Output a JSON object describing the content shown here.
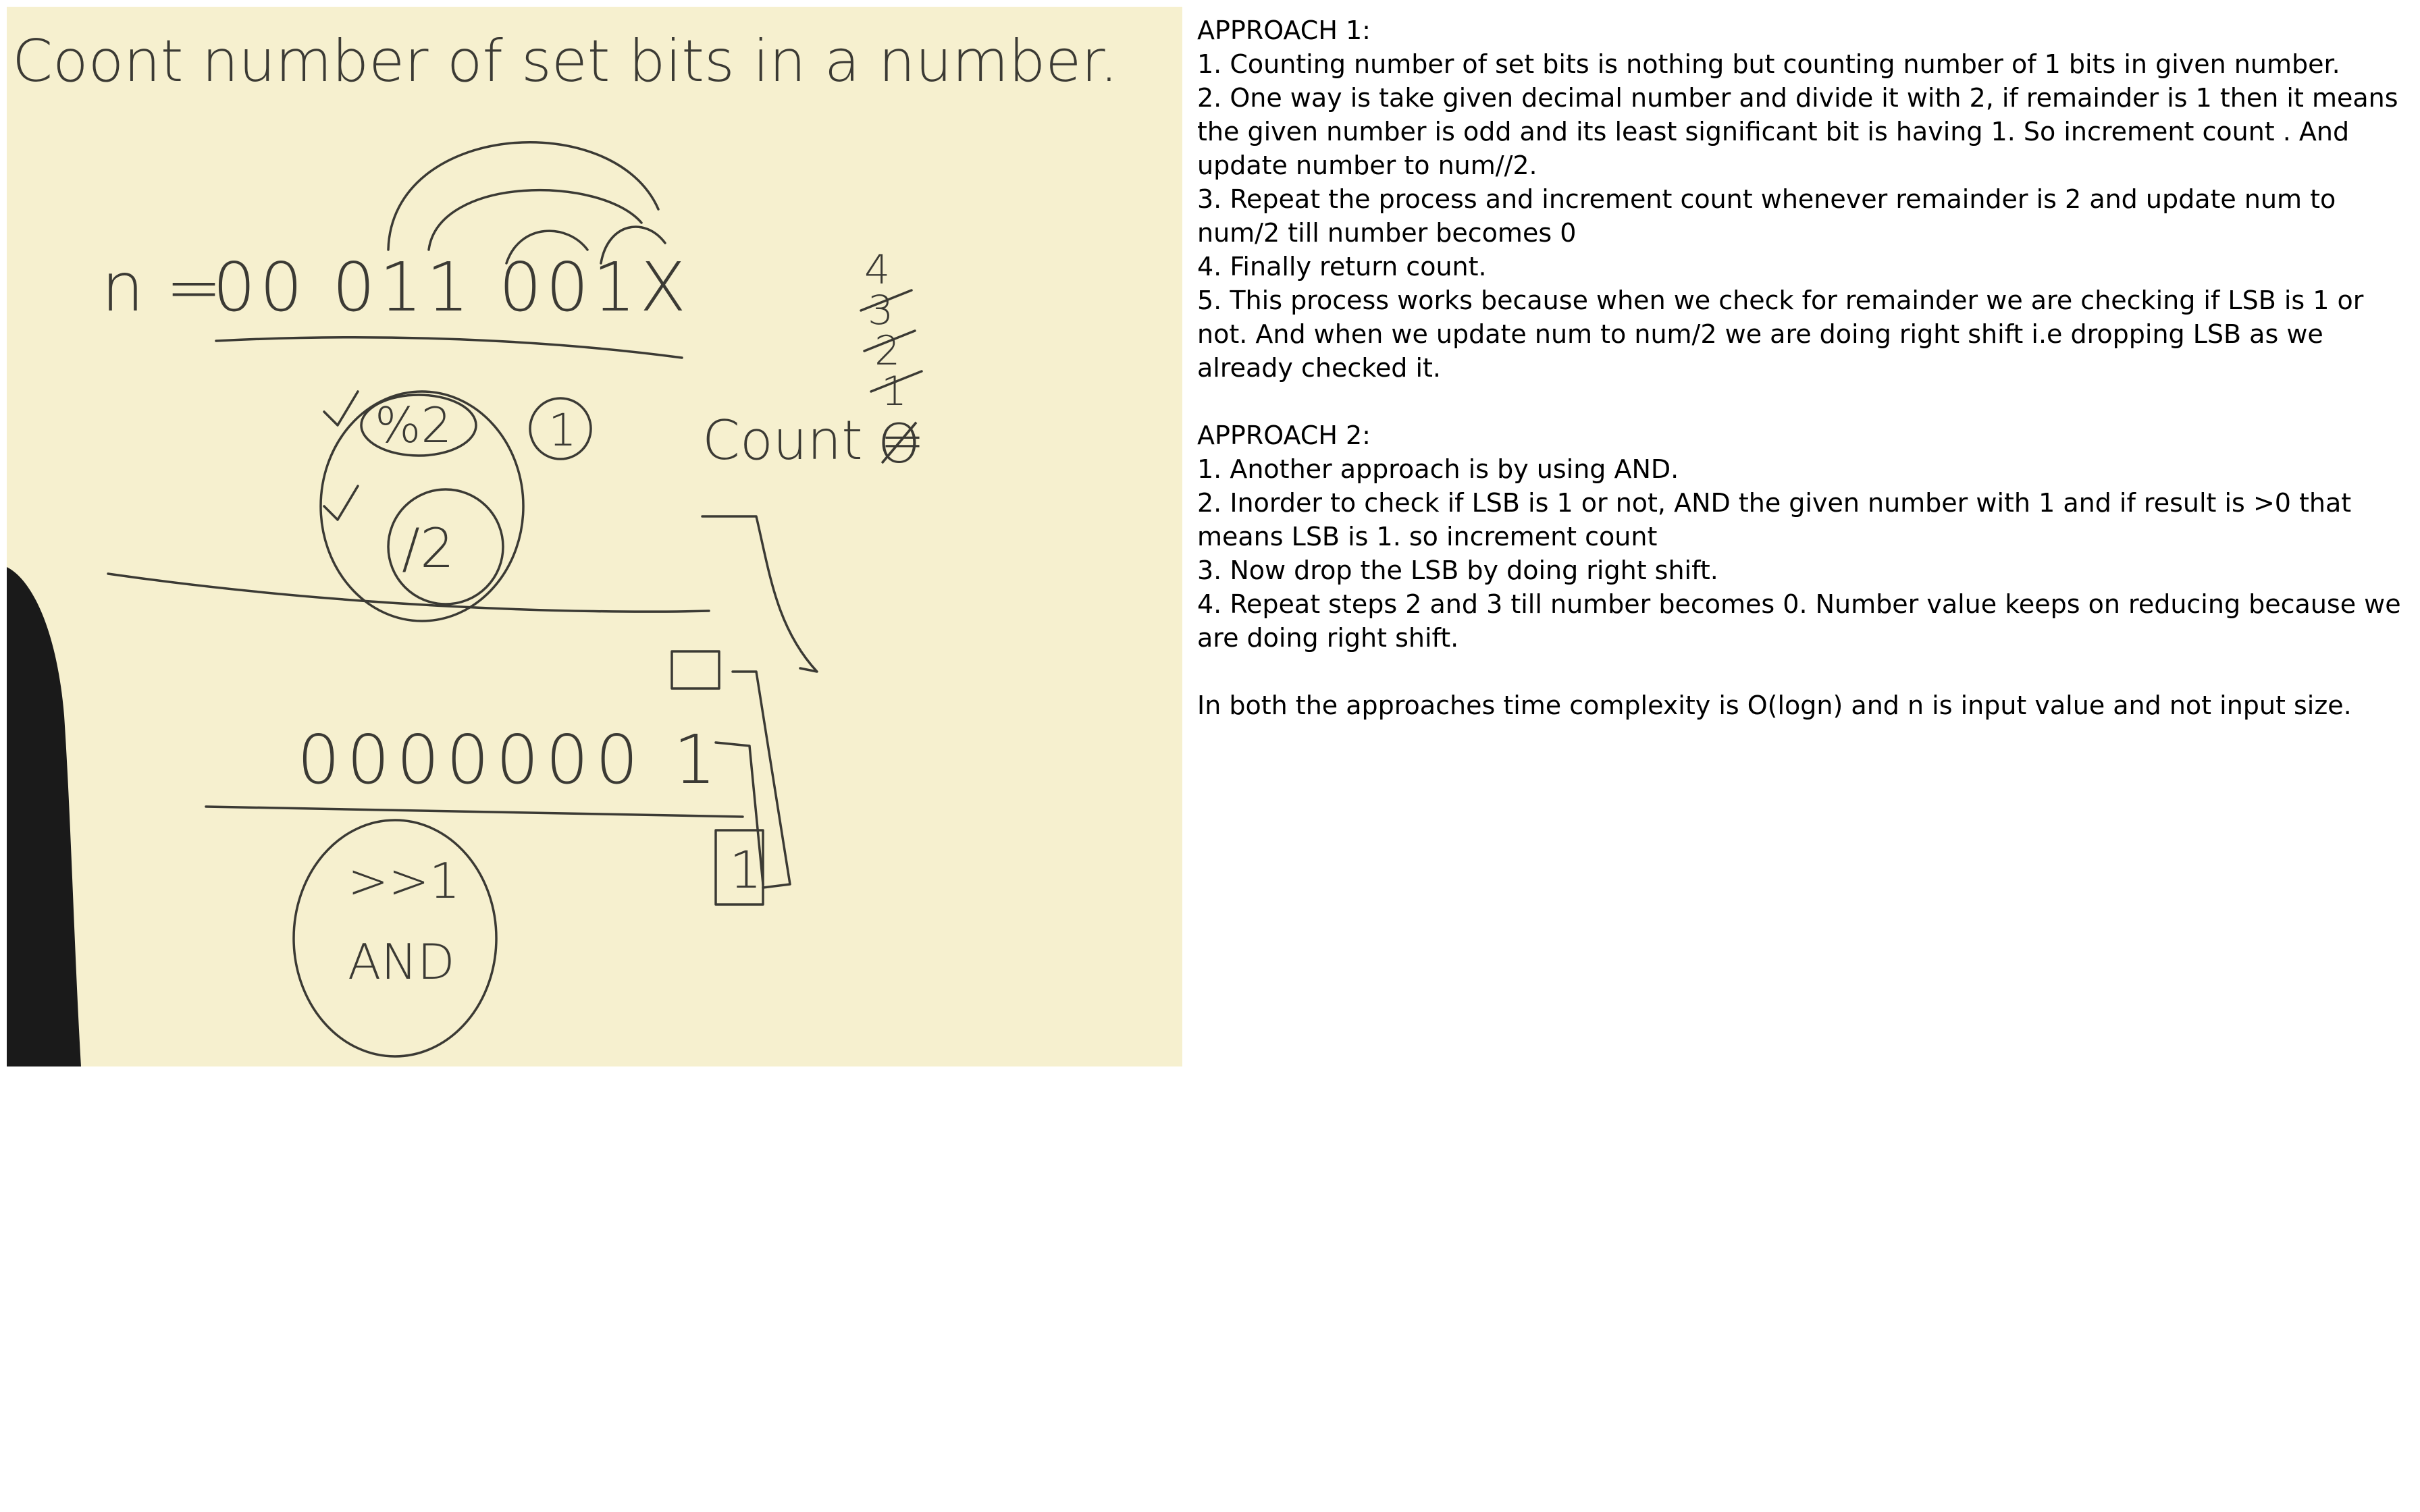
{
  "whiteboard": {
    "title": "Coont number of set bits in a number.",
    "n_label": "n =",
    "n_bits": "00 011 001X",
    "op_mod": "%2",
    "op_one": "1",
    "op_div": "/2",
    "count_label": "Count =",
    "count_value": "Ø",
    "tally": [
      "4",
      "3",
      "2",
      "1"
    ],
    "bits_row": "0000000 1",
    "box_value": "1",
    "shift_op": ">>1",
    "and_op": "AND",
    "colors": {
      "board": "#f6f0cf",
      "marker": "#3b3a34",
      "underline": "#7a7fa8"
    }
  },
  "notes": {
    "approach1_heading": "APPROACH 1:",
    "approach1_items": [
      "1. Counting number of set bits is nothing but counting number of 1 bits in given number.",
      "2. One way is take given decimal number and divide it with 2, if remainder is 1 then it means the given number is odd and its least significant bit is having 1. So increment count . And update number to num//2.",
      "3. Repeat the process and increment count whenever remainder is 2 and update num to num/2 till number becomes 0",
      "4. Finally return count.",
      "5. This process works because when we check for remainder we are checking if LSB is 1 or not. And when we update num to num/2 we are doing right shift i.e dropping LSB as we already checked it."
    ],
    "approach2_heading": "APPROACH 2:",
    "approach2_items": [
      "1. Another approach is by using AND.",
      "2. Inorder to check if LSB is 1 or not, AND the given number with 1 and if result is >0 that means LSB is 1. so increment count",
      "3. Now drop the LSB by doing right shift.",
      "4. Repeat steps 2 and 3 till number becomes 0. Number value keeps on reducing because we are doing right shift."
    ],
    "conclusion": "In both the approaches time complexity is O(logn) and n is input value and not input size."
  }
}
